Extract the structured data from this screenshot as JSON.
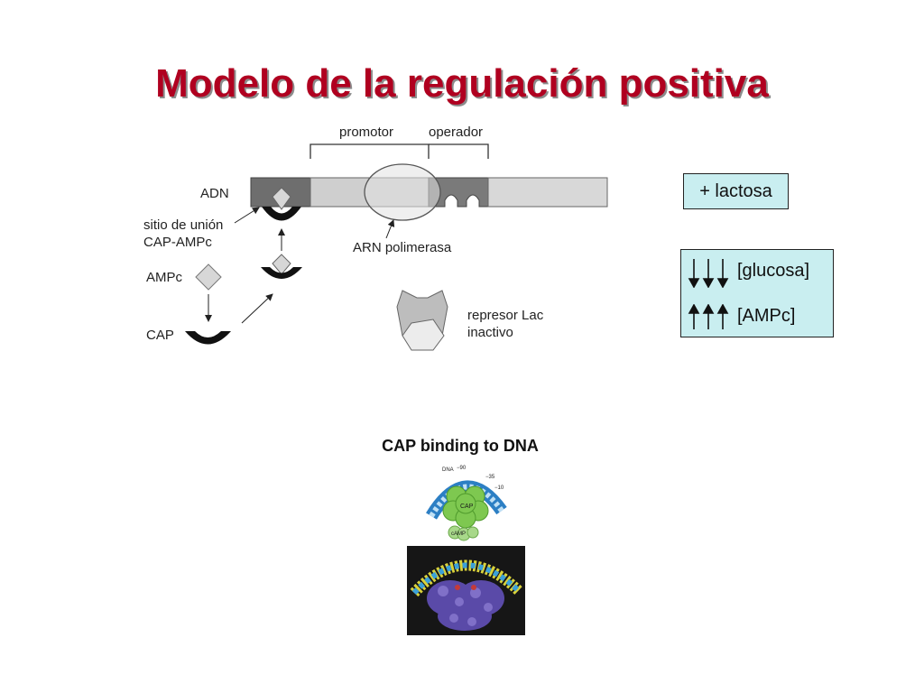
{
  "slide": {
    "title": "Modelo de la regulación positiva"
  },
  "diagram": {
    "labels": {
      "promotor": "promotor",
      "operador": "operador",
      "adn": "ADN",
      "binding_site_line1": "sitio de unión",
      "binding_site_line2": "CAP-AMPc",
      "rna_polymerase": "ARN polimerasa",
      "ampc": "AMPc",
      "cap": "CAP",
      "repressor_line1": "represor Lac",
      "repressor_line2": "inactivo"
    }
  },
  "conditions": {
    "lactose": "+ lactosa",
    "glucose": {
      "label": "[glucosa]",
      "trend": "down"
    },
    "ampc": {
      "label": "[AMPc]",
      "trend": "up"
    }
  },
  "cap_figure": {
    "heading": "CAP binding to DNA",
    "dna_label": "DNA",
    "pos_90": "−90",
    "pos_35": "−35",
    "pos_10": "−10",
    "cap_label": "CAP",
    "camp_label": "cAMP"
  },
  "colors": {
    "title": "#b00020",
    "box_fill": "#c9eef0",
    "dna_dark": "#6e6e6e",
    "dna_light": "#d8d8d8",
    "cap_black": "#111111"
  }
}
